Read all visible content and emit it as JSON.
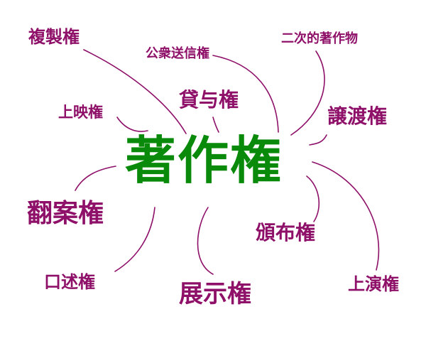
{
  "diagram": {
    "center": {
      "label": "著作権",
      "color": "#0a8a0a"
    },
    "branch_color": "#8e1068",
    "nodes": [
      {
        "id": "fukusei",
        "label": "複製権"
      },
      {
        "id": "kousyu",
        "label": "公衆送信権"
      },
      {
        "id": "niji",
        "label": "二次的著作物"
      },
      {
        "id": "jouei",
        "label": "上映権"
      },
      {
        "id": "taiyo",
        "label": "貸与権"
      },
      {
        "id": "jouto",
        "label": "譲渡権"
      },
      {
        "id": "honan",
        "label": "翻案権"
      },
      {
        "id": "hanpu",
        "label": "頒布権"
      },
      {
        "id": "koujutsu",
        "label": "口述権"
      },
      {
        "id": "tenji",
        "label": "展示権"
      },
      {
        "id": "jouen",
        "label": "上演権"
      }
    ]
  }
}
